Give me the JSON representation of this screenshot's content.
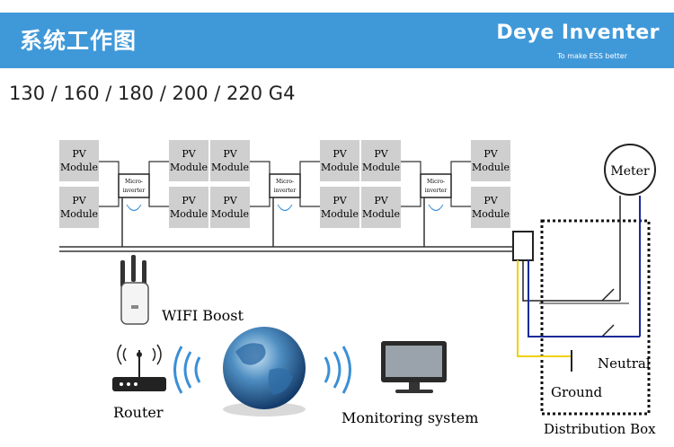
{
  "header": {
    "title": "系统工作图",
    "brand": "Deye Inventer",
    "tagline": "To make ESS better"
  },
  "models": "130 / 160 / 180 / 200 / 220 G4",
  "pv_module": {
    "line1": "PV",
    "line2": "Module"
  },
  "microinverter": {
    "line1": "Micro-",
    "line2": "inverter"
  },
  "labels": {
    "meter": "Meter",
    "wifi_boost": "WIFI Boost",
    "router": "Router",
    "monitoring": "Monitoring system",
    "neutral": "Neutral",
    "ground": "Ground",
    "distribution_box": "Distribution Box"
  },
  "colors": {
    "banner": "#3f99d9",
    "pv_panel": "#cfcfcf",
    "neutral_wire": "#1a2a9a",
    "ground_wire": "#f0d000"
  }
}
